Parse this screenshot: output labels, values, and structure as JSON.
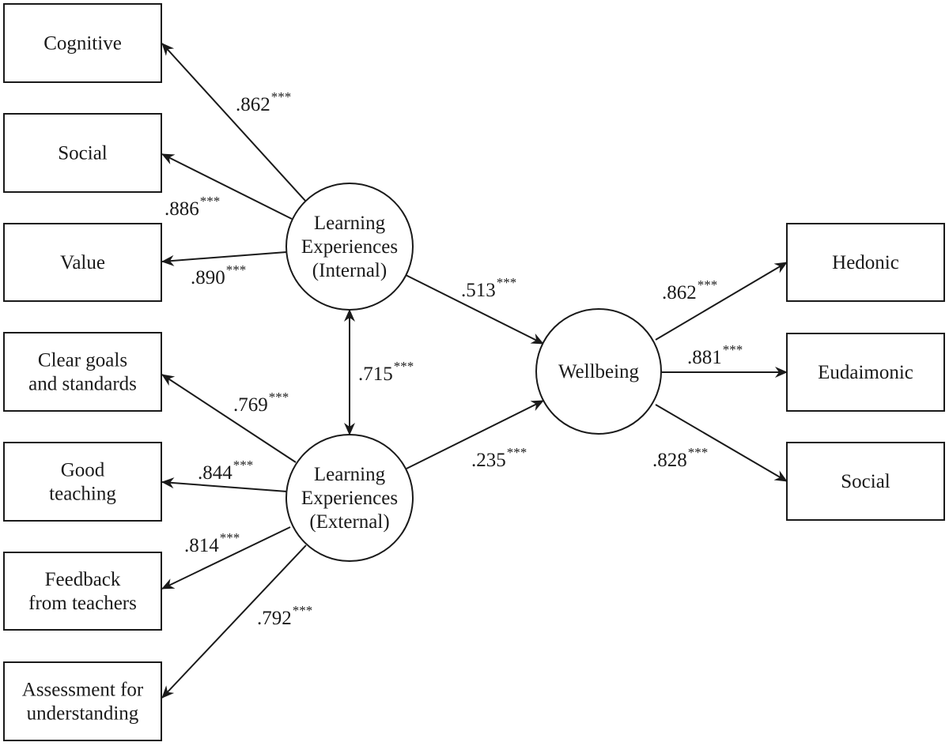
{
  "diagram": {
    "title": "Structural equation model: Learning Experiences and Wellbeing",
    "latent_factors": [
      {
        "id": "internal",
        "lines": [
          "Learning",
          "Experiences",
          "(Internal)"
        ]
      },
      {
        "id": "external",
        "lines": [
          "Learning",
          "Experiences",
          "(External)"
        ]
      },
      {
        "id": "wellbeing",
        "lines": [
          "Wellbeing"
        ]
      }
    ],
    "indicators": [
      {
        "id": "cognitive",
        "factor": "internal",
        "lines": [
          "Cognitive"
        ],
        "loading": ".862",
        "sig": "***"
      },
      {
        "id": "social-int",
        "factor": "internal",
        "lines": [
          "Social"
        ],
        "loading": ".886",
        "sig": "***"
      },
      {
        "id": "value",
        "factor": "internal",
        "lines": [
          "Value"
        ],
        "loading": ".890",
        "sig": "***"
      },
      {
        "id": "clear-goals",
        "factor": "external",
        "lines": [
          "Clear goals",
          "and standards"
        ],
        "loading": ".769",
        "sig": "***"
      },
      {
        "id": "good-teaching",
        "factor": "external",
        "lines": [
          "Good",
          "teaching"
        ],
        "loading": ".844",
        "sig": "***"
      },
      {
        "id": "feedback",
        "factor": "external",
        "lines": [
          "Feedback",
          "from teachers"
        ],
        "loading": ".814",
        "sig": "***"
      },
      {
        "id": "assessment",
        "factor": "external",
        "lines": [
          "Assessment for",
          "understanding"
        ],
        "loading": ".792",
        "sig": "***"
      },
      {
        "id": "hedonic",
        "factor": "wellbeing",
        "lines": [
          "Hedonic"
        ],
        "loading": ".862",
        "sig": "***"
      },
      {
        "id": "eudaimonic",
        "factor": "wellbeing",
        "lines": [
          "Eudaimonic"
        ],
        "loading": ".881",
        "sig": "***"
      },
      {
        "id": "social-wb",
        "factor": "wellbeing",
        "lines": [
          "Social"
        ],
        "loading": ".828",
        "sig": "***"
      }
    ],
    "structural_paths": [
      {
        "from": "internal",
        "to": "wellbeing",
        "coef": ".513",
        "sig": "***",
        "type": "directed"
      },
      {
        "from": "external",
        "to": "wellbeing",
        "coef": ".235",
        "sig": "***",
        "type": "directed"
      }
    ],
    "correlations": [
      {
        "between": [
          "internal",
          "external"
        ],
        "coef": ".715",
        "sig": "***",
        "type": "bidirectional"
      }
    ]
  }
}
